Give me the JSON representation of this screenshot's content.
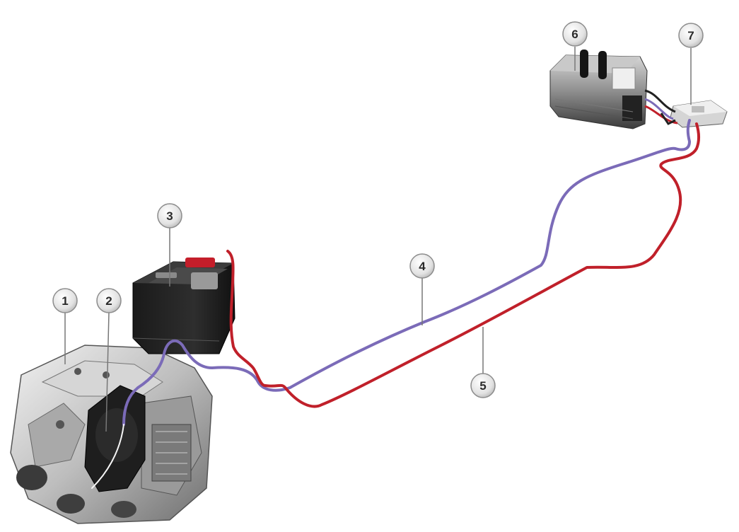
{
  "callouts": [
    {
      "id": "1",
      "label": "1"
    },
    {
      "id": "2",
      "label": "2"
    },
    {
      "id": "3",
      "label": "3"
    },
    {
      "id": "4",
      "label": "4"
    },
    {
      "id": "5",
      "label": "5"
    },
    {
      "id": "6",
      "label": "6"
    },
    {
      "id": "7",
      "label": "7"
    }
  ],
  "colors": {
    "negative_cable": "#7b6bb8",
    "positive_cable": "#c0202a",
    "callout_fill": "#e4e4e4",
    "callout_stroke": "#8c8c8c",
    "background": "#ffffff"
  },
  "icons": [
    "transmission-assembly",
    "starter-battery",
    "auxiliary-battery",
    "control-unit"
  ]
}
